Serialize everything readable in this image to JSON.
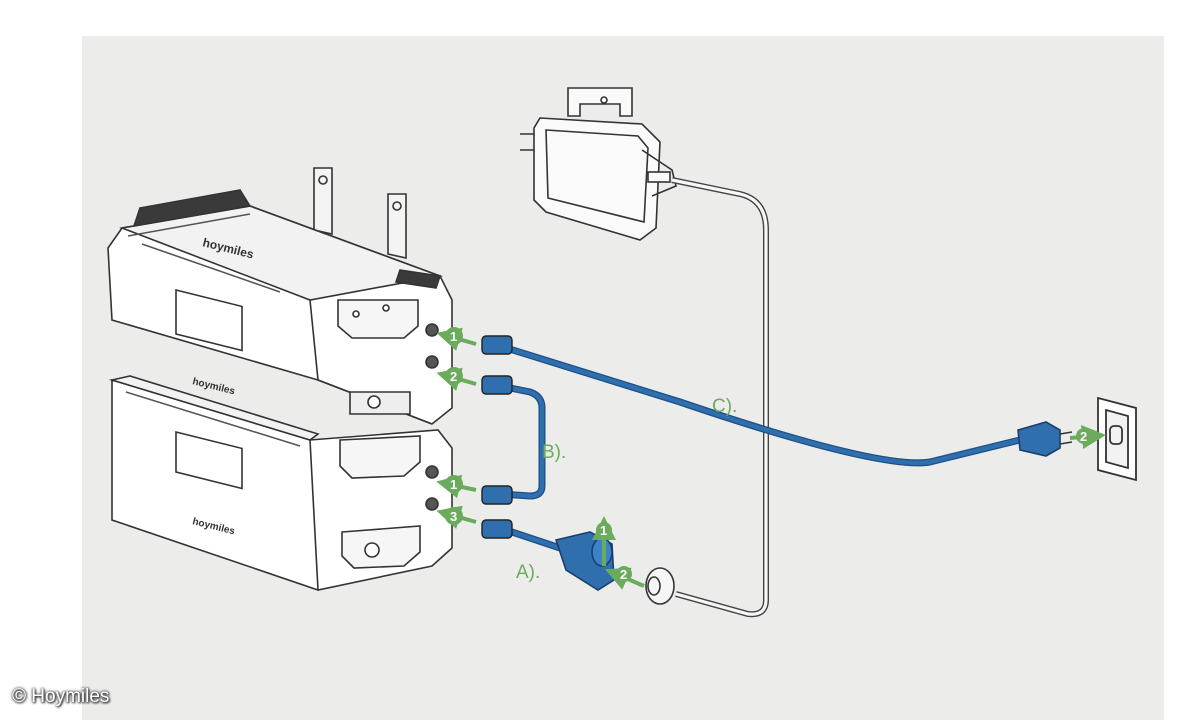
{
  "diagram": {
    "credit": "© Hoymiles",
    "brand_label": "hoymiles",
    "labels": {
      "a": "A).",
      "b": "B).",
      "c": "C)."
    },
    "step_numbers": {
      "upper_port_1": "1",
      "upper_port_2": "2",
      "lower_port_1": "1",
      "lower_port_3": "3",
      "adapter_1": "1",
      "adapter_2": "2",
      "socket_2": "2"
    },
    "colors": {
      "cable_blue": "#2f6fae",
      "arrow_green": "#6aac5c",
      "background_panel": "#ececeb",
      "line_art": "#333333"
    }
  }
}
